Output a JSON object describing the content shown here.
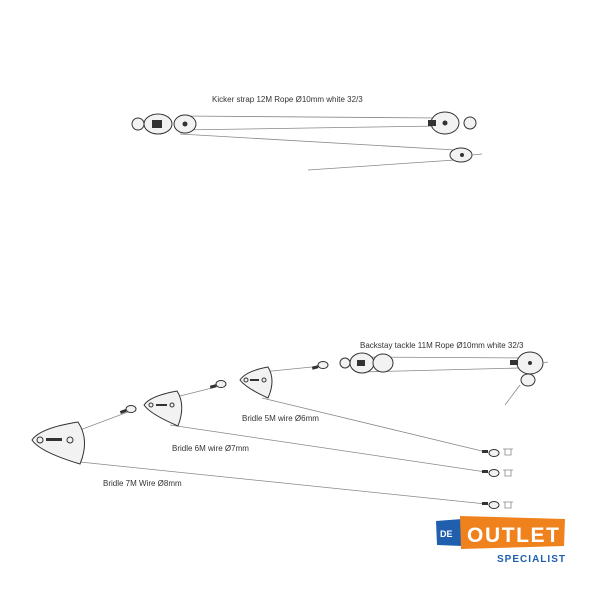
{
  "labels": {
    "kicker": "Kicker strap 12M Rope Ø10mm white 32/3",
    "backstay": "Backstay tackle 11M Rope Ø10mm white 32/3",
    "bridle5": "Bridle 5M wire Ø6mm",
    "bridle6": "Bridle 6M wire Ø7mm",
    "bridle7": "Bridle 7M Wire Ø8mm"
  },
  "logo": {
    "de": "DE",
    "outlet": "OUTLET",
    "specialist": "SPECIALIST",
    "colors": {
      "blue": "#1f5fae",
      "orange": "#f0821e"
    }
  }
}
